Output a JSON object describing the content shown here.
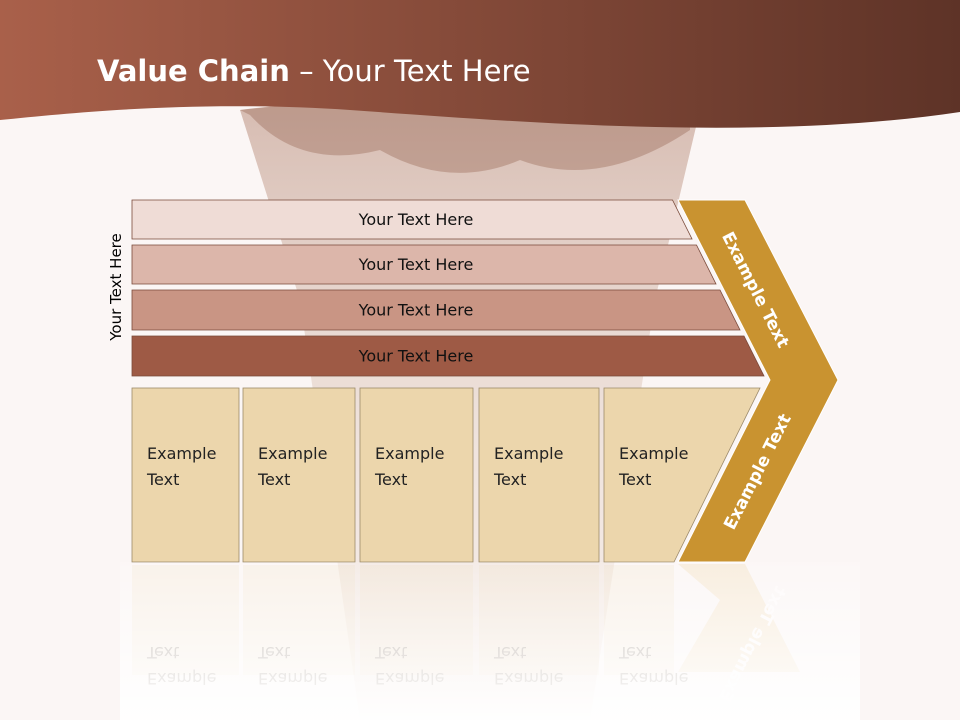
{
  "slide": {
    "title_bold": "Value Chain",
    "title_rest": " – Your Text Here",
    "side_label": "Your Text Here"
  },
  "support_rows": [
    {
      "label": "Your Text Here",
      "color": "#efdcd6"
    },
    {
      "label": "Your Text Here",
      "color": "#dcb6aa"
    },
    {
      "label": "Your Text Here",
      "color": "#c99584"
    },
    {
      "label": "Your Text Here",
      "color": "#9e5a45"
    }
  ],
  "primary_columns": [
    {
      "line1": "Example",
      "line2": "Text"
    },
    {
      "line1": "Example",
      "line2": "Text"
    },
    {
      "line1": "Example",
      "line2": "Text"
    },
    {
      "line1": "Example",
      "line2": "Text"
    },
    {
      "line1": "Example",
      "line2": "Text"
    }
  ],
  "margin_chevron": {
    "top_label": "Example Text",
    "bottom_label": "Example Text",
    "color": "#c99330"
  },
  "colors": {
    "header_left": "#a9604a",
    "header_right": "#5e3327",
    "column_fill": "#ecd6ac",
    "background": "#fbf6f5"
  }
}
